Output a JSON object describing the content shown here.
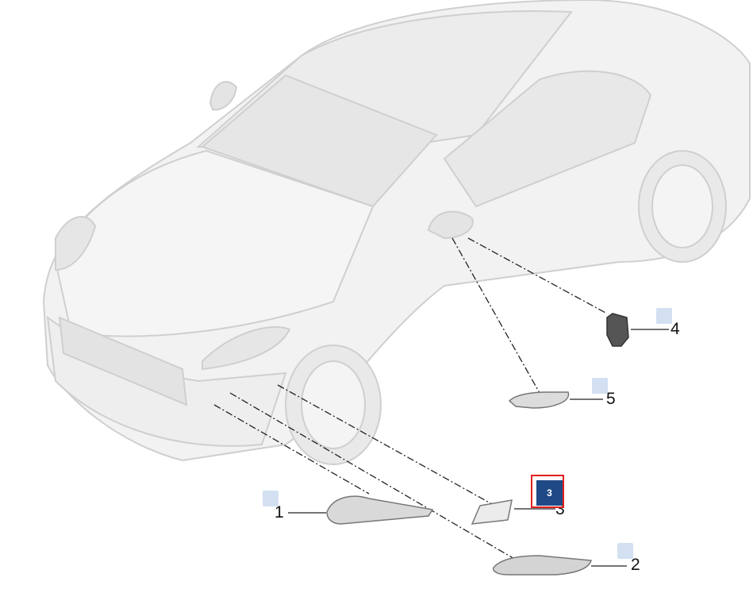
{
  "callouts": [
    {
      "part": "1"
    },
    {
      "part": "2"
    },
    {
      "part": "3"
    },
    {
      "part": "4"
    },
    {
      "part": "5"
    }
  ],
  "selected": {
    "badge_label": "3",
    "accent": "#1f4a86",
    "ring": "#e0201d"
  },
  "colors": {
    "marker": "#d3e0f2",
    "car_outline": "#cfcfcf",
    "leader": "#222222"
  }
}
